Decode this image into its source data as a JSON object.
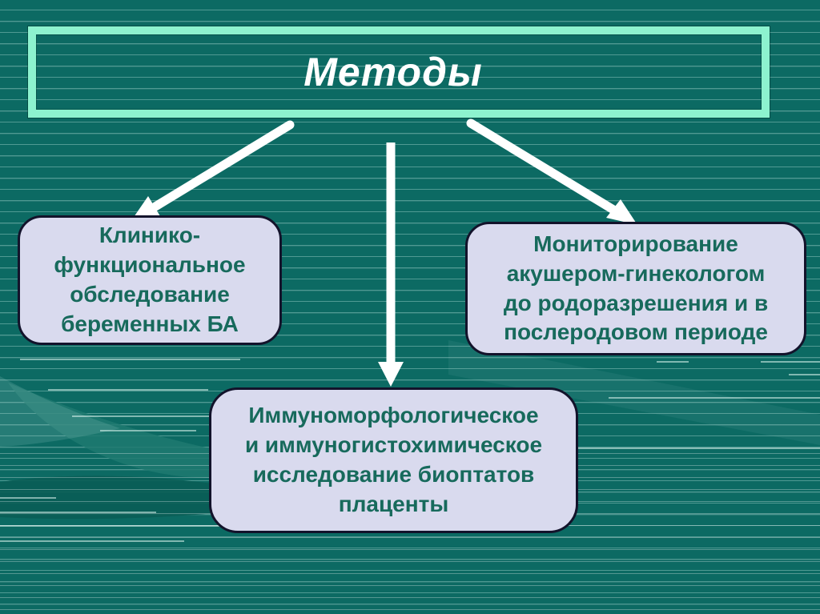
{
  "title": {
    "text": "Методы"
  },
  "boxes": {
    "clinical": {
      "lines": [
        "Клинико-",
        "функциональное",
        "обследование",
        "беременных БА"
      ]
    },
    "monitoring": {
      "lines": [
        "Мониторирование",
        "акушером-гинекологом",
        "до родоразрешения и в",
        "послеродовом периоде"
      ]
    },
    "immuno": {
      "lines": [
        "Иммуноморфологическое",
        "и иммуногистохимическое",
        "исследование биоптатов",
        "плаценты"
      ]
    }
  },
  "colors": {
    "background_teal": "#0C6A63",
    "stripe_line": "#9FD4CD",
    "title_border_mint": "#8DF2CF",
    "title_text": "#FFFFFF",
    "box_fill": "#D9DAEE",
    "box_border": "#13132B",
    "box_text_green": "#176A5C",
    "arrow_white": "#FFFFFF",
    "swoosh_light": "#1E7970",
    "swoosh_dark": "#095D55"
  }
}
